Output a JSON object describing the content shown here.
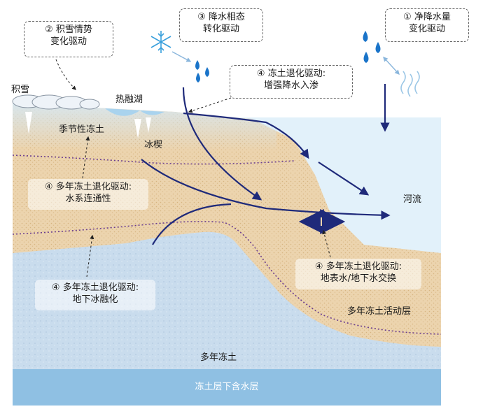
{
  "labels": {
    "snow": "积雪",
    "thermokarst_lake": "热融湖",
    "seasonal_frozen": "季节性冻土",
    "ice_wedge": "冰楔",
    "river": "河流",
    "active_layer": "多年冻土活动层",
    "permafrost": "多年冻土",
    "aquifer": "冻土层下含水层"
  },
  "callouts": {
    "net_precip": {
      "line1": "① 净降水量",
      "line2": "变化驱动"
    },
    "snow_trend": {
      "line1": "② 积雪情势",
      "line2": "变化驱动"
    },
    "precip_phase": {
      "line1": "③ 降水相态",
      "line2": "转化驱动"
    },
    "infiltration": {
      "line1": "④ 冻土退化驱动:",
      "line2": "增强降水入渗"
    },
    "connectivity": {
      "line1": "④ 多年冻土退化驱动:",
      "line2": "水系连通性"
    },
    "ground_ice": {
      "line1": "④ 多年冻土退化驱动:",
      "line2": "地下冰融化"
    },
    "exchange": {
      "line1": "④ 多年冻土退化驱动:",
      "line2": "地表水/地下水交换"
    }
  },
  "colors": {
    "flow_arrow": "#1f2a7a",
    "soil": "#ead2ad",
    "permafrost": "#c8dced",
    "aquifer": "#8dbfe2",
    "river": "#dff0fa",
    "dotted_boundary": "#6a3d8f",
    "water_drop": "#1a74c9"
  },
  "icons": [
    "snowflake-icon",
    "raindrop-icon",
    "evaporation-icon",
    "snow-cloud-icon",
    "double-arrow-icon"
  ]
}
